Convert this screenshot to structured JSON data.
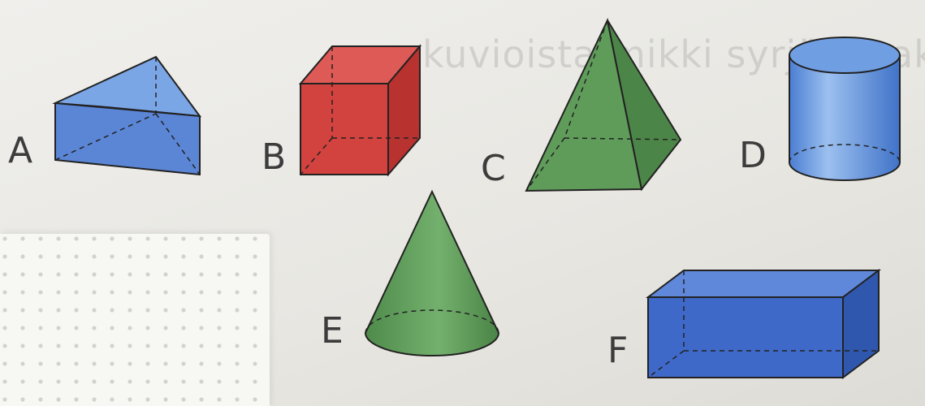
{
  "background_text": "kuvioista mikki syrjäsia-akselt. Merkit",
  "shapes": [
    {
      "id": "A",
      "label": "A",
      "icon": "triangular-prism-icon",
      "color": "#5b86d6"
    },
    {
      "id": "B",
      "label": "B",
      "icon": "cube-icon",
      "color": "#d2423f"
    },
    {
      "id": "C",
      "label": "C",
      "icon": "square-pyramid-icon",
      "color": "#5f9c5a"
    },
    {
      "id": "D",
      "label": "D",
      "icon": "cylinder-icon",
      "color": "#5d8fdc"
    },
    {
      "id": "E",
      "label": "E",
      "icon": "cone-icon",
      "color": "#5f9a59"
    },
    {
      "id": "F",
      "label": "F",
      "icon": "rectangular-prism-icon",
      "color": "#3f69c9"
    }
  ]
}
